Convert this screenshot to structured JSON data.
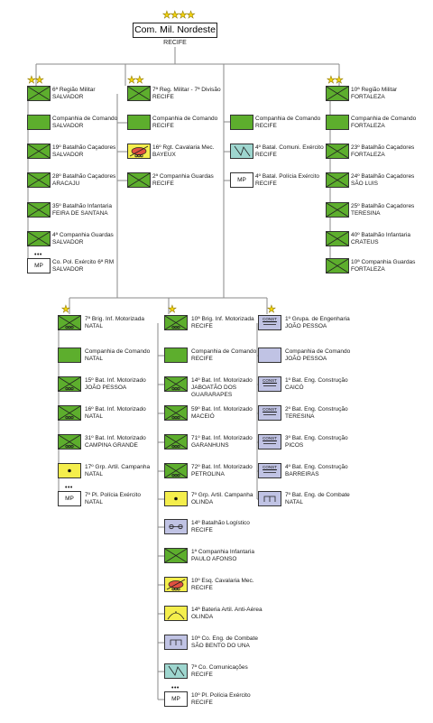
{
  "hq": {
    "title": "Com. Mil. Nordeste",
    "location": "RECIFE",
    "rank_stars": "★★★★"
  },
  "columns": [
    {
      "rank_stars": "★★",
      "units": [
        {
          "name": "6ª Região Militar",
          "loc": "SALVADOR",
          "type": "infantry",
          "color": "green"
        },
        {
          "name": "Companhia de Comando",
          "loc": "SALVADOR",
          "type": "plain",
          "color": "green"
        },
        {
          "name": "19º Batalhão Caçadores",
          "loc": "SALVADOR",
          "type": "infantry",
          "color": "green"
        },
        {
          "name": "28º Batalhão Caçadores",
          "loc": "ARACAJU",
          "type": "infantry",
          "color": "green"
        },
        {
          "name": "35º Batalhão Infantaria",
          "loc": "FEIRA DE SANTANA",
          "type": "infantry",
          "color": "green"
        },
        {
          "name": "4ª Companhia Guardas",
          "loc": "SALVADOR",
          "type": "infantry",
          "color": "green"
        },
        {
          "name": "Co. Pol. Exército 6ª RM",
          "loc": "SALVADOR",
          "type": "mp",
          "color": "white",
          "symbol_text": "MP",
          "dots": "•••"
        }
      ]
    },
    {
      "rank_stars": "★★",
      "units": [
        {
          "name": "7ª Reg. Militar - 7ª Divisão",
          "loc": "RECIFE",
          "type": "infantry",
          "color": "green"
        },
        {
          "name": "Companhia de Comando",
          "loc": "RECIFE",
          "type": "plain",
          "color": "green"
        },
        {
          "name": "16º Rgt. Cavalaria Mec.",
          "loc": "BAYEUX",
          "type": "cavalry",
          "color": "yellow"
        },
        {
          "name": "2ª Companhia Guardas",
          "loc": "RECIFE",
          "type": "infantry",
          "color": "green"
        }
      ]
    },
    {
      "rank_stars": "",
      "units": [
        {
          "name": "Companhia de Comando",
          "loc": "RECIFE",
          "type": "plain",
          "color": "green"
        },
        {
          "name": "4º Batal. Comuni. Exército",
          "loc": "RECIFE",
          "type": "signal",
          "color": "teal"
        },
        {
          "name": "4º Batal. Polícia Exército",
          "loc": "RECIFE",
          "type": "mp",
          "color": "white",
          "symbol_text": "MP"
        }
      ]
    },
    {
      "rank_stars": "★★",
      "units": [
        {
          "name": "10ª Região Militar",
          "loc": "FORTALEZA",
          "type": "infantry",
          "color": "green"
        },
        {
          "name": "Companhia de Comando",
          "loc": "FORTALEZA",
          "type": "plain",
          "color": "green"
        },
        {
          "name": "23º Batalhão Caçadores",
          "loc": "FORTALEZA",
          "type": "infantry",
          "color": "green"
        },
        {
          "name": "24º Batalhão Caçadores",
          "loc": "SÃO LUIS",
          "type": "infantry",
          "color": "green"
        },
        {
          "name": "25º Batalhão Caçadores",
          "loc": "TERESINA",
          "type": "infantry",
          "color": "green"
        },
        {
          "name": "40º Batalhão Infantaria",
          "loc": "CRATEUS",
          "type": "infantry",
          "color": "green"
        },
        {
          "name": "10ª Companhia Guardas",
          "loc": "FORTALEZA",
          "type": "infantry",
          "color": "green"
        }
      ]
    },
    {
      "rank_stars": "★",
      "units": [
        {
          "name": "7ª Brig. Inf. Motorizada",
          "loc": "NATAL",
          "type": "motinf",
          "color": "green"
        },
        {
          "name": "Companhia de Comando",
          "loc": "NATAL",
          "type": "plain",
          "color": "green"
        },
        {
          "name": "15º Bat. Inf. Motorizado",
          "loc": "JOÃO PESSOA",
          "type": "motinf",
          "color": "green"
        },
        {
          "name": "16º Bat. Inf. Motorizado",
          "loc": "NATAL",
          "type": "motinf",
          "color": "green"
        },
        {
          "name": "31º Bat. Inf. Motorizado",
          "loc": "CAMPINA GRANDE",
          "type": "motinf",
          "color": "green"
        },
        {
          "name": "17º Grp. Artil. Campanha",
          "loc": "NATAL",
          "type": "artillery",
          "color": "yellow"
        },
        {
          "name": "7º Pl. Polícia Exército",
          "loc": "NATAL",
          "type": "mp",
          "color": "white",
          "symbol_text": "MP",
          "dots": "•••"
        }
      ]
    },
    {
      "rank_stars": "★",
      "units": [
        {
          "name": "10ª Brig. Inf. Motorizada",
          "loc": "RECIFE",
          "type": "motinf",
          "color": "green"
        },
        {
          "name": "Companhia de Comando",
          "loc": "RECIFE",
          "type": "plain",
          "color": "green"
        },
        {
          "name": "14º Bat. Inf. Motorizado",
          "loc": "JABOATÃO DOS",
          "loc2": "GUARARAPES",
          "type": "motinf",
          "color": "green"
        },
        {
          "name": "59º Bat. Inf. Motorizado",
          "loc": "MACEIÓ",
          "type": "motinf",
          "color": "green"
        },
        {
          "name": "71º Bat. Inf. Motorizado",
          "loc": "GARANHUNS",
          "type": "motinf",
          "color": "green"
        },
        {
          "name": "72º Bat. Inf. Motorizado",
          "loc": "PETROLINA",
          "type": "motinf",
          "color": "green"
        },
        {
          "name": "7º Grp. Artil. Campanha",
          "loc": "OLINDA",
          "type": "artillery",
          "color": "yellow"
        },
        {
          "name": "14º Batalhão Logístico",
          "loc": "RECIFE",
          "type": "logistic",
          "color": "lav"
        },
        {
          "name": "1ª Companhia Infantaria",
          "loc": "PAULO AFONSO",
          "type": "infantry",
          "color": "green"
        },
        {
          "name": "10º Esq. Cavalaria Mec.",
          "loc": "RECIFE",
          "type": "cavalry",
          "color": "yellow"
        },
        {
          "name": "14ª Bateria Artil. Anti-Aérea",
          "loc": "OLINDA",
          "type": "aa",
          "color": "yellow"
        },
        {
          "name": "10ª Co. Eng. de Combate",
          "loc": "SÃO BENTO DO UNA",
          "type": "engineer",
          "color": "lav"
        },
        {
          "name": "7ª Co. Comunicações",
          "loc": "RECIFE",
          "type": "signal",
          "color": "teal"
        },
        {
          "name": "10º Pl. Polícia Exército",
          "loc": "RECIFE",
          "type": "mp",
          "color": "white",
          "symbol_text": "MP",
          "dots": "•••"
        }
      ]
    },
    {
      "rank_stars": "★",
      "units": [
        {
          "name": "1º Grupa. de Engenharia",
          "loc": "JOÃO PESSOA",
          "type": "const",
          "color": "lav",
          "symbol_text": "CONST"
        },
        {
          "name": "Companhia de Comando",
          "loc": "JOÃO PESSOA",
          "type": "plain",
          "color": "lav"
        },
        {
          "name": "1º Bat. Eng. Construção",
          "loc": "CAICÓ",
          "type": "const",
          "color": "lav",
          "symbol_text": "CONST"
        },
        {
          "name": "2º Bat. Eng. Construção",
          "loc": "TERESINA",
          "type": "const",
          "color": "lav",
          "symbol_text": "CONST"
        },
        {
          "name": "3º Bat. Eng. Construção",
          "loc": "PICOS",
          "type": "const",
          "color": "lav",
          "symbol_text": "CONST"
        },
        {
          "name": "4º Bat. Eng. Construção",
          "loc": "BARREIRAS",
          "type": "const",
          "color": "lav",
          "symbol_text": "CONST"
        },
        {
          "name": "7º Bat. Eng. de Combate",
          "loc": "NATAL",
          "type": "engineer",
          "color": "lav"
        }
      ]
    }
  ]
}
